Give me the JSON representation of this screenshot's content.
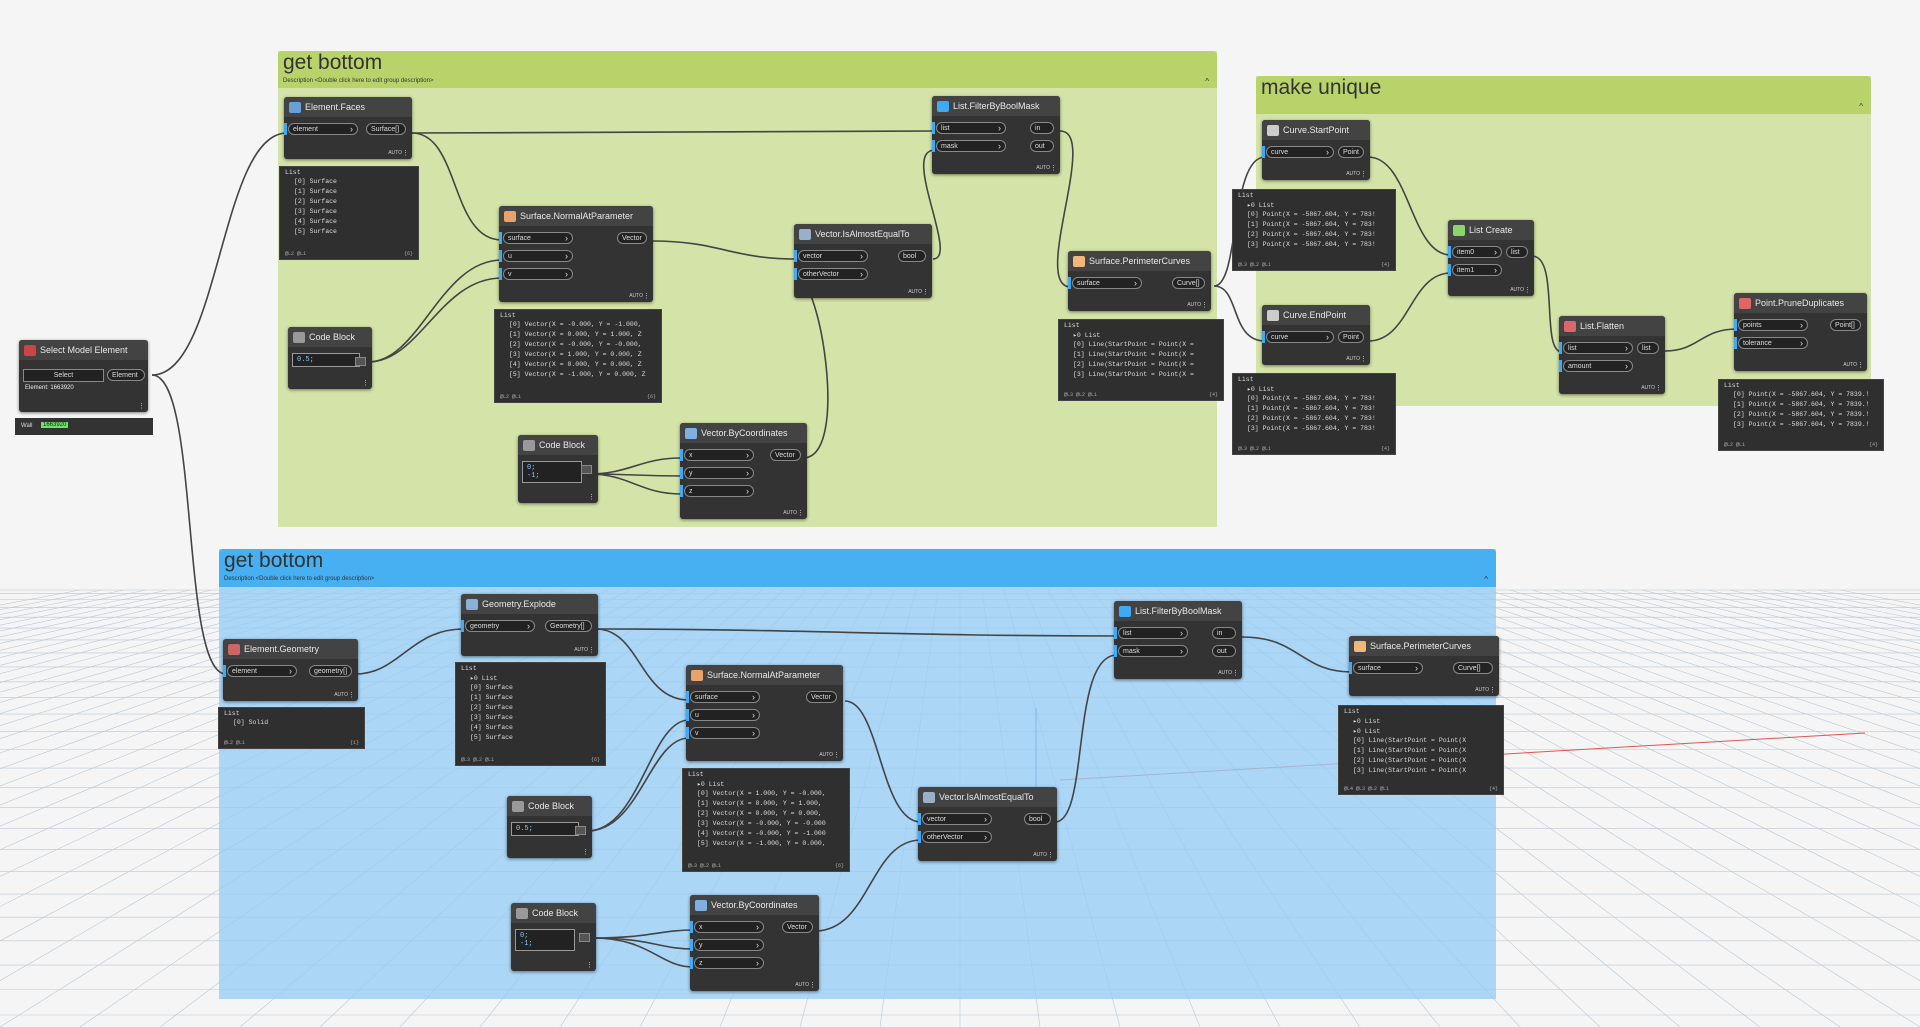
{
  "groups": {
    "top_left": {
      "title": "get bottom",
      "description": "Description <Double click here to edit group description>",
      "color": "#d3e3a7",
      "head_color": "#b9d36b"
    },
    "top_right": {
      "title": "make unique",
      "color": "#d3e3a7",
      "head_color": "#b9d36b"
    },
    "bottom": {
      "title": "get bottom",
      "description": "Description <Double click here to edit group description>",
      "color": "#a6d4f7",
      "head_color": "#46b0f3"
    }
  },
  "select_node": {
    "title": "Select Model Element",
    "button": "Select",
    "output": "Element",
    "info": "Element: 1663920",
    "tag_label": "Wall",
    "tag_value": "1663920"
  },
  "nodes": {
    "faces": {
      "title": "Element.Faces",
      "in": [
        "element"
      ],
      "out": [
        "Surface[]"
      ]
    },
    "filter1": {
      "title": "List.FilterByBoolMask",
      "in": [
        "list",
        "mask"
      ],
      "out": [
        "in",
        "out"
      ]
    },
    "normal1": {
      "title": "Surface.NormalAtParameter",
      "in": [
        "surface",
        "u",
        "v"
      ],
      "out": [
        "Vector"
      ]
    },
    "almost1": {
      "title": "Vector.IsAlmostEqualTo",
      "in": [
        "vector",
        "otherVector"
      ],
      "out": [
        "bool"
      ]
    },
    "perim1": {
      "title": "Surface.PerimeterCurves",
      "in": [
        "surface"
      ],
      "out": [
        "Curve[]"
      ]
    },
    "code1": {
      "title": "Code Block",
      "code": "0.5;"
    },
    "code2": {
      "title": "Code Block",
      "code": "0;\n-1;"
    },
    "bycoords1": {
      "title": "Vector.ByCoordinates",
      "in": [
        "x",
        "y",
        "z"
      ],
      "out": [
        "Vector"
      ]
    },
    "startpt": {
      "title": "Curve.StartPoint",
      "in": [
        "curve"
      ],
      "out": [
        "Point"
      ]
    },
    "endpt": {
      "title": "Curve.EndPoint",
      "in": [
        "curve"
      ],
      "out": [
        "Point"
      ]
    },
    "listcreate": {
      "title": "List Create",
      "in": [
        "item0",
        "item1"
      ],
      "out": [
        "list"
      ]
    },
    "flatten": {
      "title": "List.Flatten",
      "in": [
        "list",
        "amount"
      ],
      "out": [
        "list"
      ]
    },
    "prune": {
      "title": "Point.PruneDuplicates",
      "in": [
        "points",
        "tolerance"
      ],
      "out": [
        "Point[]"
      ]
    },
    "geometry": {
      "title": "Element.Geometry",
      "in": [
        "element"
      ],
      "out": [
        "geometry[]"
      ]
    },
    "explode": {
      "title": "Geometry.Explode",
      "in": [
        "geometry"
      ],
      "out": [
        "Geometry[]"
      ]
    },
    "filter2": {
      "title": "List.FilterByBoolMask",
      "in": [
        "list",
        "mask"
      ],
      "out": [
        "in",
        "out"
      ]
    },
    "perim2": {
      "title": "Surface.PerimeterCurves",
      "in": [
        "surface"
      ],
      "out": [
        "Curve[]"
      ]
    },
    "normal2": {
      "title": "Surface.NormalAtParameter",
      "in": [
        "surface",
        "u",
        "v"
      ],
      "out": [
        "Vector"
      ]
    },
    "almost2": {
      "title": "Vector.IsAlmostEqualTo",
      "in": [
        "vector",
        "otherVector"
      ],
      "out": [
        "bool"
      ]
    },
    "code3": {
      "title": "Code Block",
      "code": "0.5;"
    },
    "code4": {
      "title": "Code Block",
      "code": "0;\n-1;"
    },
    "bycoords2": {
      "title": "Vector.ByCoordinates",
      "in": [
        "x",
        "y",
        "z"
      ],
      "out": [
        "Vector"
      ]
    }
  },
  "auto_label": "AUTO",
  "previews": {
    "faces": {
      "head": "List",
      "lines": [
        "[0] Surface",
        "[1] Surface",
        "[2] Surface",
        "[3] Surface",
        "[4] Surface",
        "[5] Surface"
      ],
      "foot": "@L2 @L1",
      "count": "{6}"
    },
    "normal1": {
      "head": "List",
      "lines": [
        "[0] Vector(X = -0.000, Y = -1.000,",
        "[1] Vector(X = 0.000, Y = 1.000, Z",
        "[2] Vector(X = -0.000, Y = -0.000,",
        "[3] Vector(X = 1.000, Y = 0.000, Z",
        "[4] Vector(X = 0.000, Y = 0.000, Z",
        "[5] Vector(X = -1.000, Y = 0.000, Z"
      ],
      "foot": "@L2 @L1",
      "count": "{6}"
    },
    "perim1": {
      "head": "List",
      "lines": [
        "▸0 List",
        "[0] Line(StartPoint = Point(X =",
        "[1] Line(StartPoint = Point(X =",
        "[2] Line(StartPoint = Point(X =",
        "[3] Line(StartPoint = Point(X ="
      ],
      "foot": "@L3 @L2 @L1",
      "count": "{4}"
    },
    "startpt": {
      "head": "List",
      "lines": [
        "▸0 List",
        "[0] Point(X = -5867.604, Y = 783!",
        "[1] Point(X = -5867.604, Y = 783!",
        "[2] Point(X = -5867.604, Y = 783!",
        "[3] Point(X = -5867.604, Y = 783!"
      ],
      "foot": "@L3 @L2 @L1",
      "count": "{4}"
    },
    "endpt": {
      "head": "List",
      "lines": [
        "▸0 List",
        "[0] Point(X = -5867.604, Y = 783!",
        "[1] Point(X = -5867.604, Y = 783!",
        "[2] Point(X = -5867.604, Y = 783!",
        "[3] Point(X = -5867.604, Y = 783!"
      ],
      "foot": "@L3 @L2 @L1",
      "count": "{4}"
    },
    "prune": {
      "head": "List",
      "lines": [
        "[0] Point(X = -5867.604, Y = 7839.!",
        "[1] Point(X = -5867.604, Y = 7839.!",
        "[2] Point(X = -5867.604, Y = 7839.!",
        "[3] Point(X = -5867.604, Y = 7839.!"
      ],
      "foot": "@L2 @L1",
      "count": "{4}"
    },
    "geometry": {
      "head": "List",
      "lines": [
        "[0] Solid"
      ],
      "foot": "@L2 @L1",
      "count": "{1}"
    },
    "explode": {
      "head": "List",
      "lines": [
        "▸0 List",
        "[0] Surface",
        "[1] Surface",
        "[2] Surface",
        "[3] Surface",
        "[4] Surface",
        "[5] Surface"
      ],
      "foot": "@L3 @L2 @L1",
      "count": "{6}"
    },
    "normal2": {
      "head": "List",
      "lines": [
        "▸0 List",
        "[0] Vector(X = 1.000, Y = -0.000,",
        "[1] Vector(X = 0.000, Y = 1.000,",
        "[2] Vector(X = 0.000, Y = 0.000,",
        "[3] Vector(X = -0.000, Y = -0.000",
        "[4] Vector(X = -0.000, Y = -1.000",
        "[5] Vector(X = -1.000, Y = 0.000,"
      ],
      "foot": "@L3 @L2 @L1",
      "count": "{6}"
    },
    "perim2": {
      "head": "List",
      "lines": [
        "▸0 List",
        "  ▸0 List",
        "[0] Line(StartPoint = Point(X",
        "[1] Line(StartPoint = Point(X",
        "[2] Line(StartPoint = Point(X",
        "[3] Line(StartPoint = Point(X"
      ],
      "foot": "@L4 @L3 @L2 @L1",
      "count": "{4}"
    }
  },
  "colors": {
    "port_bar": "#3fa9f5",
    "node_bg": "#333333",
    "wire": "#444444"
  }
}
